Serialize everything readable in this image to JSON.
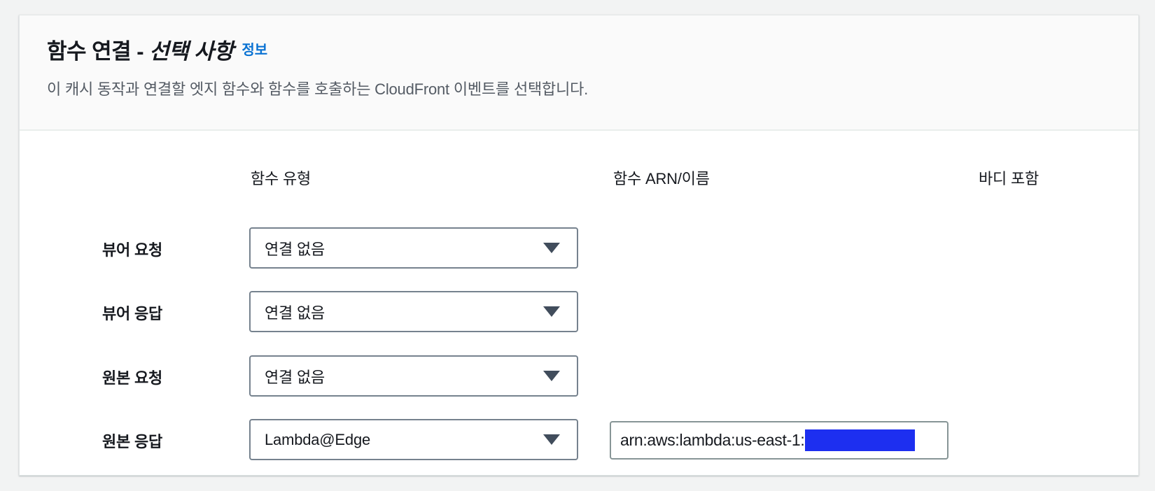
{
  "panel": {
    "title_main": "함수 연결 -",
    "title_optional": "선택 사항",
    "info_link": "정보",
    "description": "이 캐시 동작과 연결할 엣지 함수와 함수를 호출하는 CloudFront 이벤트를 선택합니다."
  },
  "table": {
    "columns": {
      "function_type": "함수 유형",
      "function_arn": "함수 ARN/이름",
      "include_body": "바디 포함"
    },
    "rows": [
      {
        "label": "뷰어 요청",
        "function_type": "연결 없음"
      },
      {
        "label": "뷰어 응답",
        "function_type": "연결 없음"
      },
      {
        "label": "원본 요청",
        "function_type": "연결 없음"
      },
      {
        "label": "원본 응답",
        "function_type": "Lambda@Edge",
        "function_arn": "arn:aws:lambda:us-east-1:",
        "arn_redacted": true
      }
    ]
  },
  "icons": {
    "select_caret": "caret-down-icon"
  },
  "colors": {
    "page_background": "#f2f3f3",
    "panel_background": "#ffffff",
    "panel_header_background": "#fafafa",
    "divider": "#e9eeec",
    "text_primary": "#16191f",
    "text_secondary": "#545b64",
    "info_link_blue": "#0972d3",
    "input_border": "#76828e",
    "caret": "#414d5c",
    "redaction_highlight": "#1d2ff0"
  }
}
